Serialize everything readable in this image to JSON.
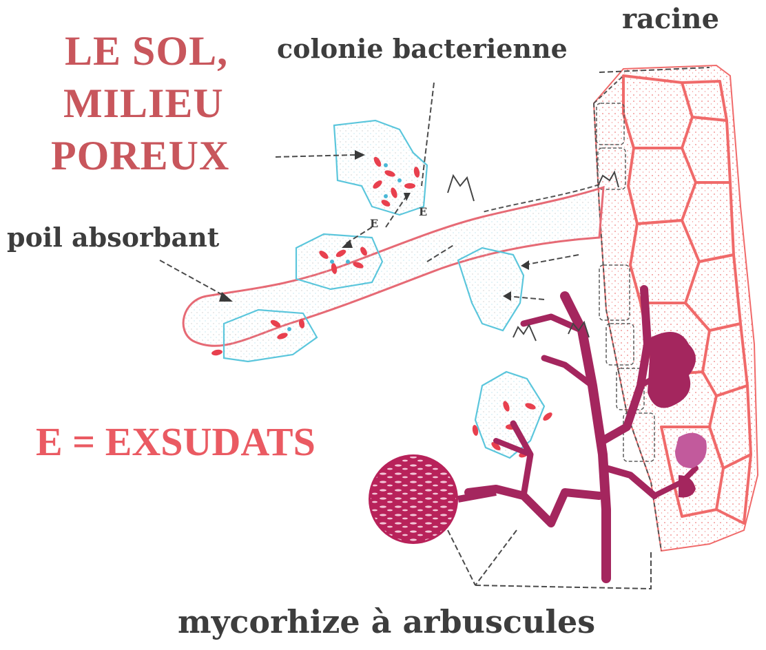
{
  "title": {
    "line1": "LE SOL,",
    "line2": "MILIEU",
    "line3": "POREUX"
  },
  "labels": {
    "racine": "racine",
    "colonie": "colonie bacterienne",
    "poil": "poil absorbant",
    "exsudats": "E = EXSUDATS",
    "mycorhize": "mycorhize à arbuscules"
  },
  "marks": {
    "e": "E"
  },
  "colors": {
    "title": "#c8565c",
    "text": "#3d3d3d",
    "root": "#f06a6a",
    "fungus": "#a4265e",
    "bacteria": "#e8404e",
    "colony_outline": "#5bc6dc"
  }
}
